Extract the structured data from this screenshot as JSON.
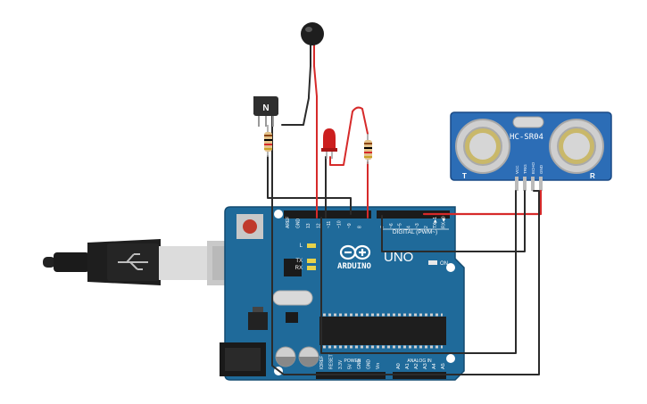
{
  "circuit": {
    "transistor": {
      "label": "N"
    },
    "sensor": {
      "name": "HC-SR04",
      "t_label": "T",
      "r_label": "R",
      "pins": [
        "VCC",
        "TRIG",
        "ECHO",
        "GND"
      ]
    },
    "board": {
      "brand": "ARDUINO",
      "model": "UNO",
      "on_label": "ON",
      "tx_label": "TX",
      "rx_label": "RX",
      "l_label": "L",
      "digital_label": "DIGITAL (PWM~)",
      "digital_pins": [
        "AREF",
        "GND",
        "13",
        "12",
        "~11",
        "~10",
        "~9",
        "8",
        "7",
        "~6",
        "~5",
        "4",
        "~3",
        "2",
        "TX▶1",
        "RX◀0"
      ],
      "power_label": "POWER",
      "analog_label": "ANALOG IN",
      "power_pins": [
        "IOREF",
        "RESET",
        "3.3V",
        "5V",
        "GND",
        "GND",
        "Vin"
      ],
      "analog_pins": [
        "A0",
        "A1",
        "A2",
        "A3",
        "A4",
        "A5"
      ]
    },
    "colors": {
      "board_blue": "#1f6a9a",
      "wire_black": "#2b2b2b",
      "wire_red": "#d62a2a",
      "sensor_blue": "#2c6db6"
    }
  }
}
